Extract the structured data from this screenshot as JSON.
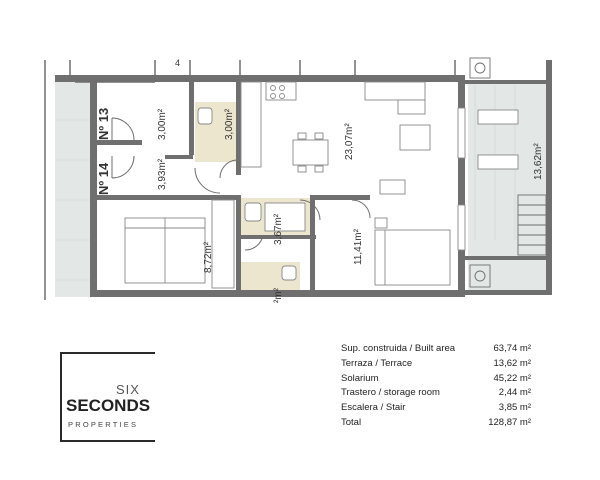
{
  "plan": {
    "unit_labels": [
      "Nº 13",
      "Nº 14"
    ],
    "stair_mark": "4",
    "rooms": [
      {
        "id": "storage-13",
        "area": "3,00m²"
      },
      {
        "id": "wc-top",
        "area": "3,00m²"
      },
      {
        "id": "storage-14",
        "area": "3,93m²"
      },
      {
        "id": "living",
        "area": "23,07m²"
      },
      {
        "id": "bathroom",
        "area": "3,67m²"
      },
      {
        "id": "bedroom-left",
        "area": "8,72m²"
      },
      {
        "id": "bedroom-right",
        "area": "11,41m²"
      },
      {
        "id": "terrace",
        "area": "13,62m²"
      },
      {
        "id": "partial",
        "area": "²m²"
      }
    ],
    "colors": {
      "wall": "#6f6f6f",
      "terrace": "#e3e7e6",
      "wet": "#ece6cf"
    }
  },
  "logo": {
    "line1": "SIX",
    "line2": "SECONDS",
    "line3": "PROPERTIES"
  },
  "areas_table": [
    {
      "label": "Sup. construida / Built area",
      "value": "63,74 m²"
    },
    {
      "label": "Terraza / Terrace",
      "value": "13,62 m²"
    },
    {
      "label": "Solarium",
      "value": "45,22 m²"
    },
    {
      "label": "Trastero / storage room",
      "value": "2,44 m²"
    },
    {
      "label": "Escalera / Stair",
      "value": "3,85 m²"
    },
    {
      "label": "Total",
      "value": "128,87 m²"
    }
  ]
}
